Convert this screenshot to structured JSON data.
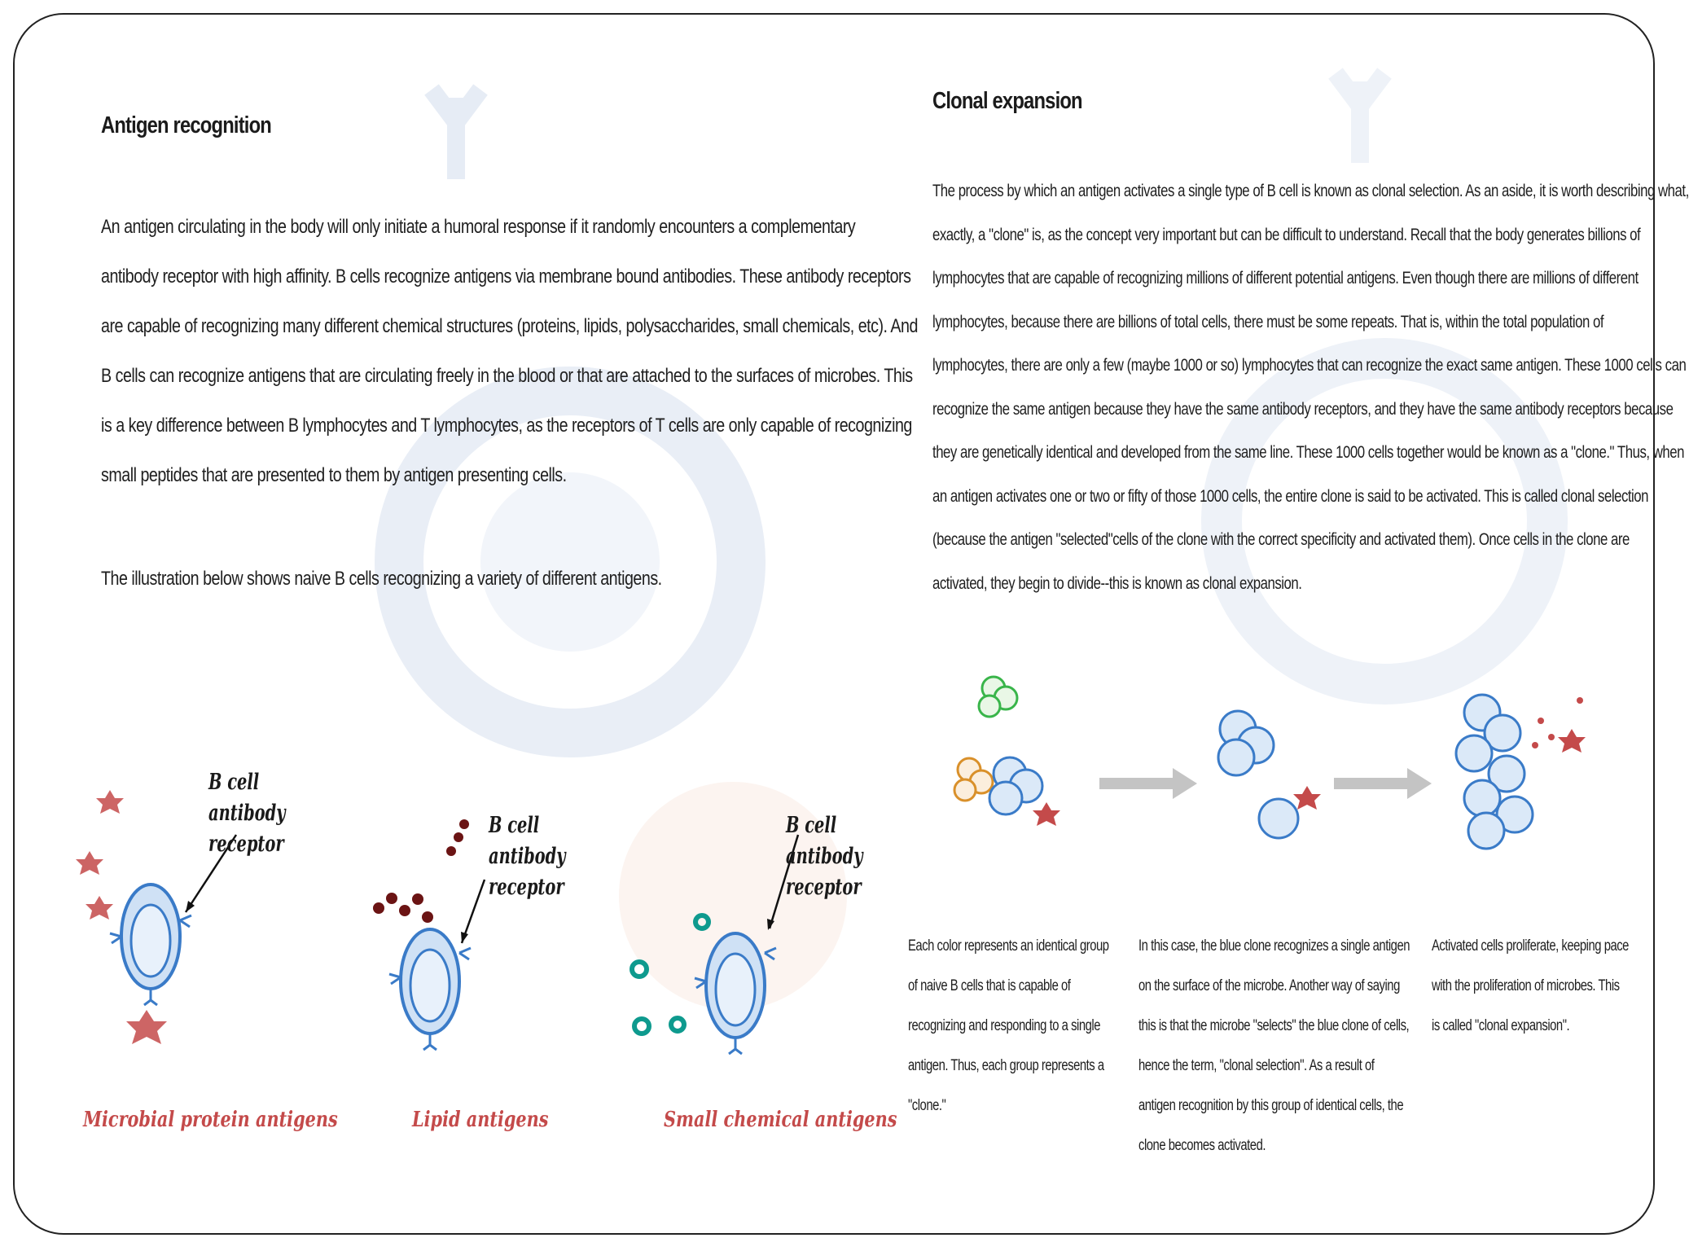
{
  "left": {
    "title": "Antigen recognition",
    "paragraph_lines": [
      "An antigen circulating in the body will only initiate a humoral response if it randomly encounters a complementary",
      "antibody receptor with high affinity. B cells recognize antigens via membrane bound antibodies. These antibody receptors",
      "are capable of recognizing many different chemical structures (proteins, lipids, polysaccharides, small chemicals, etc). And",
      "B cells can recognize antigens that are circulating freely in the blood or that are attached to the surfaces of microbes. This",
      "is a key difference between B lymphocytes and T lymphocytes, as the receptors of T cells are only capable of recognizing",
      "small peptides that are presented to them by antigen presenting cells."
    ],
    "illustration_intro": "The illustration below shows naive B cells recognizing a variety of different antigens.",
    "receptor_label_lines": [
      "B cell",
      "antibody",
      "receptor"
    ],
    "antigen_labels": [
      "Microbial protein antigens",
      "Lipid antigens",
      "Small chemical antigens"
    ]
  },
  "right": {
    "title": "Clonal expansion",
    "paragraph_lines": [
      "The process by which an antigen activates a single type of B cell is known as clonal selection. As an aside, it is worth describing what,",
      "exactly, a \"clone\" is, as the concept very important but can be difficult to understand. Recall that the body generates billions of",
      "lymphocytes that are capable of recognizing millions of different potential antigens. Even though there are millions of different",
      "lymphocytes, because there are billions of total cells, there must be some repeats. That is, within the total population of",
      "lymphocytes, there are only a few (maybe 1000 or so) lymphocytes that can recognize the exact same antigen. These 1000 cells can",
      "recognize the same antigen because they have the same antibody receptors, and they have the same antibody receptors because",
      "they are genetically identical and developed from the same line. These 1000 cells together would be known as a \"clone.\" Thus, when",
      "an antigen activates one or two or fifty of those 1000 cells, the entire clone is said to be activated. This is called clonal selection",
      "(because the antigen \"selected\"cells of the clone with the correct specificity and activated them). Once cells in the clone are",
      "activated, they begin to divide--this is known as clonal expansion."
    ],
    "captions": [
      [
        "Each color represents an identical group",
        "of naive B cells that is capable of",
        "recognizing and responding to a single",
        "antigen. Thus, each group represents a",
        "\"clone.\""
      ],
      [
        "In this case, the blue clone recognizes a single antigen",
        "on the surface of the microbe. Another way of saying",
        "this is that the microbe \"selects\" the blue clone of cells,",
        "hence the term, \"clonal selection\". As a result of",
        "antigen recognition by this group of identical cells, the",
        "clone becomes activated."
      ],
      [
        "Activated cells proliferate, keeping pace",
        "with the proliferation of microbes. This",
        "is called \"clonal expansion\"."
      ]
    ]
  },
  "colors": {
    "cell_blue": "#3a7bc8",
    "antigen_red": "#c44a4a",
    "lipid_dark": "#6b1414",
    "chemical_teal": "#0e9a8e",
    "arrow_grey": "#c4c4c4"
  }
}
